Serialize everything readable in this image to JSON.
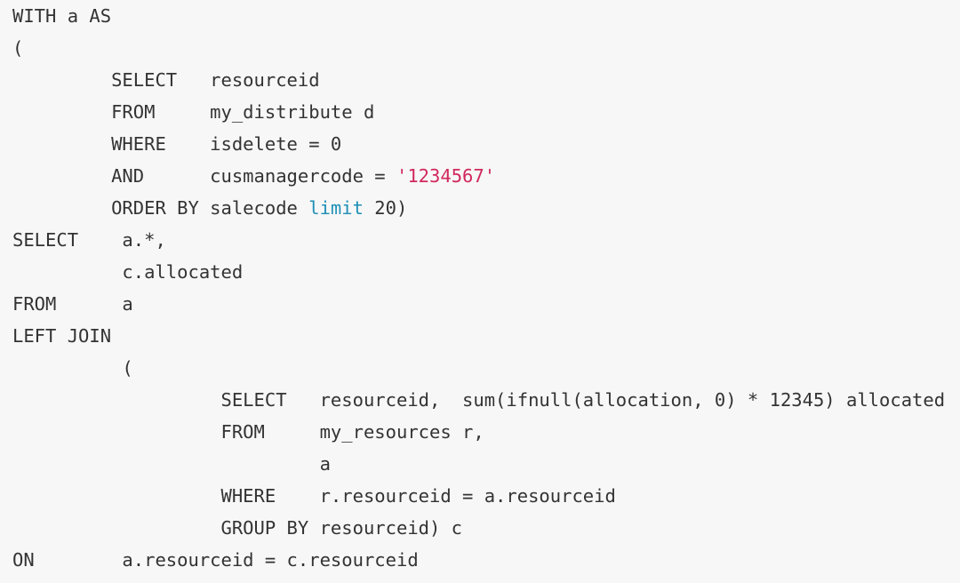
{
  "code": {
    "language_label": "",
    "lines": [
      "WITH a AS",
      "(",
      "         SELECT   resourceid",
      "         FROM     my_distribute d",
      "         WHERE    isdelete = 0",
      "         AND      cusmanagercode = ",
      "'1234567'",
      "         ORDER BY salecode ",
      "limit",
      " 20)",
      "SELECT    a.*,",
      "          c.allocated",
      "FROM      a",
      "LEFT JOIN",
      "          (",
      "                   SELECT   resourceid,  sum(ifnull(allocation, 0) * 12345) allocated",
      "                   FROM     my_resources r,",
      "                            a",
      "                   WHERE    r.resourceid = a.resourceid",
      "                   GROUP BY resourceid) c",
      "ON        a.resourceid = c.resourceid"
    ]
  },
  "colors": {
    "background": "#f7f7f7",
    "text": "#333333",
    "string": "#d1285c",
    "keyword": "#1f8fb6"
  }
}
